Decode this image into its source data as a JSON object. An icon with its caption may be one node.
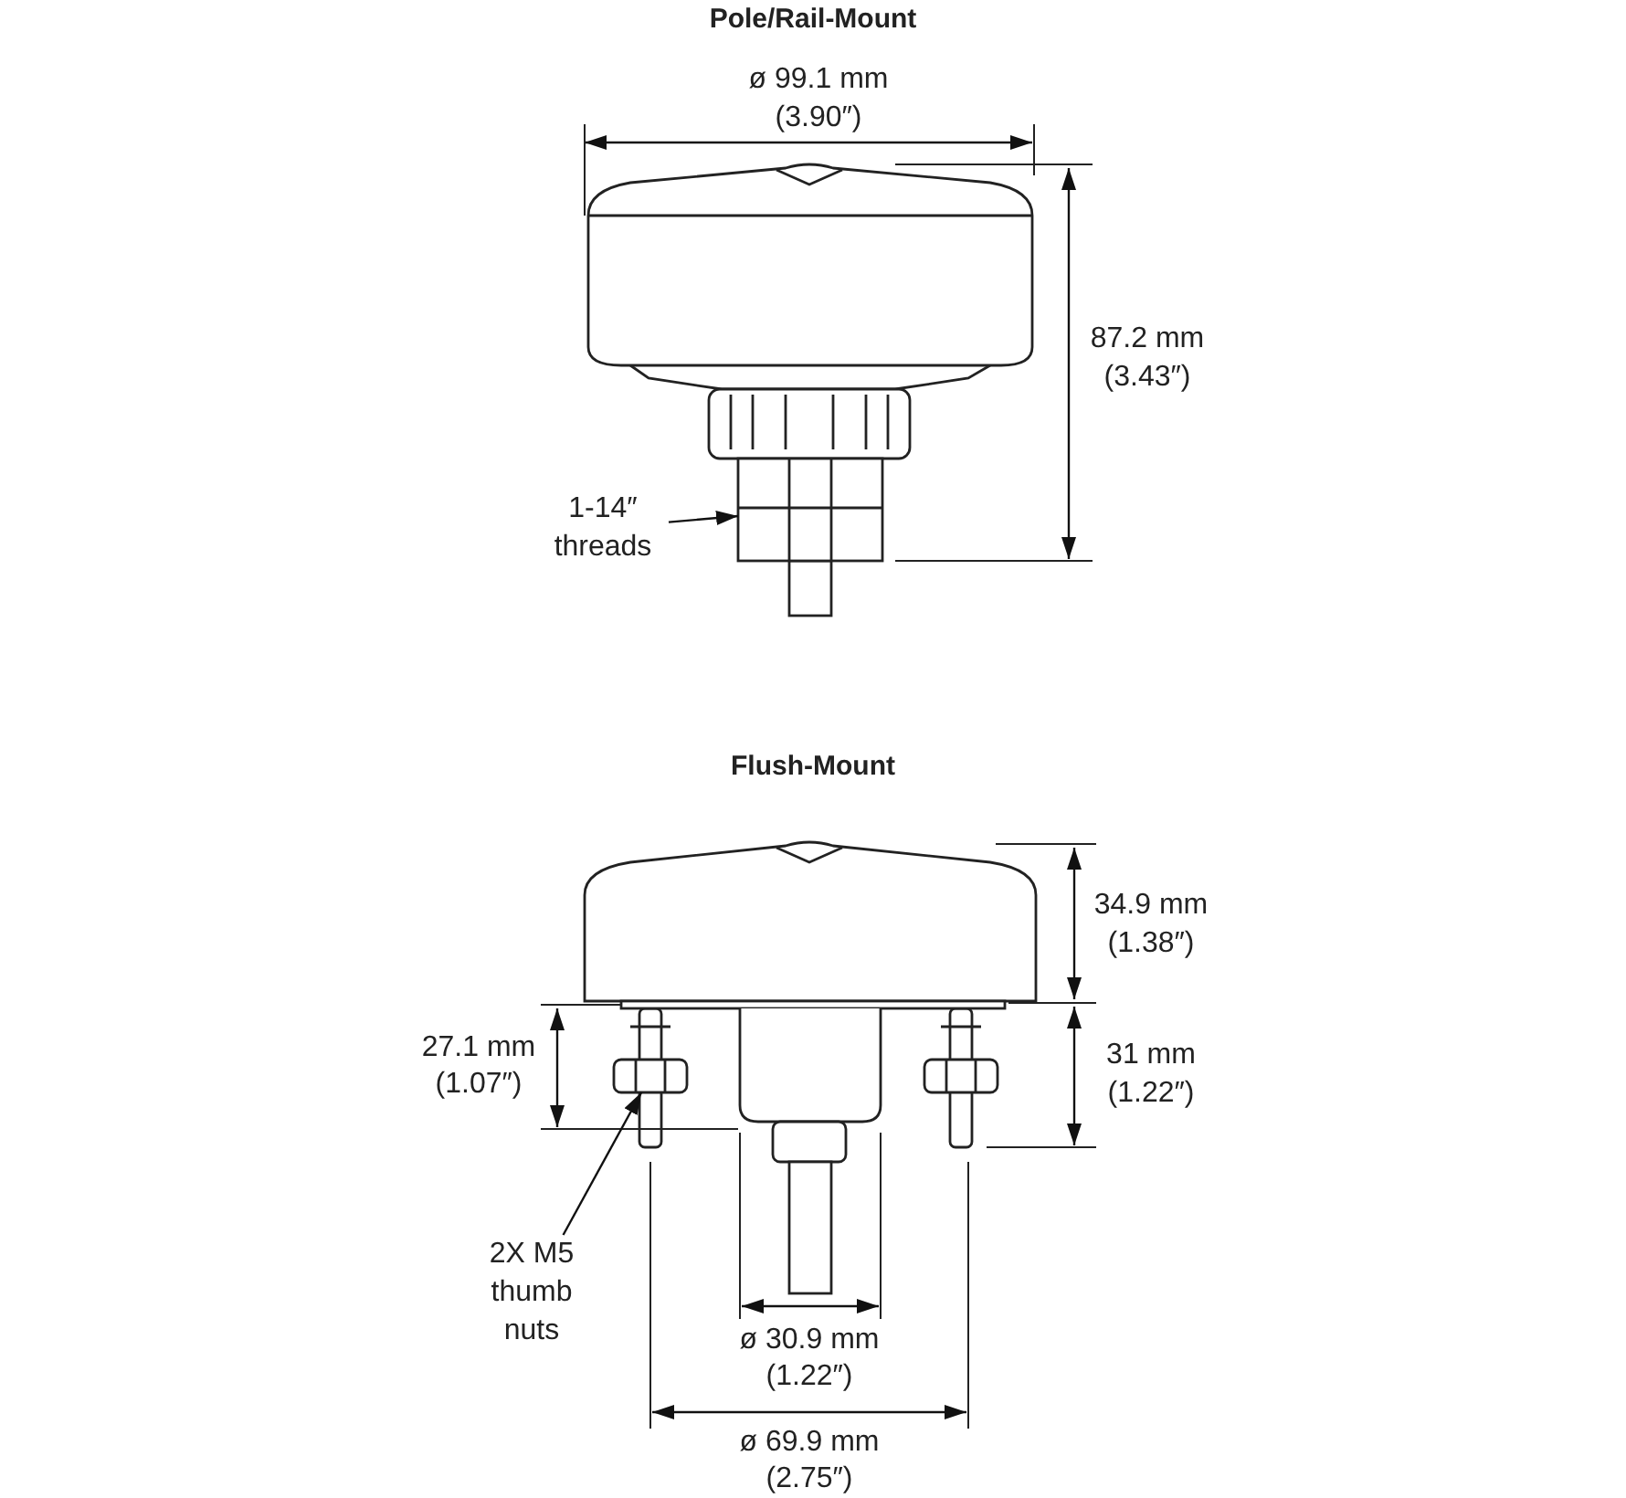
{
  "diagram": {
    "nodes": [
      {
        "text": [
          "1-14″ threads"
        ]
      },
      {
        "text": [],
        "shape": "box"
      },
      {
        "text": [
          "2X M5 thumb nuts"
        ]
      },
      {
        "text": [],
        "shape": "box"
      }
    ],
    "edges": [
      {
        "from": 0,
        "to": 1,
        "arrow": "to"
      },
      {
        "from": 2,
        "to": 3,
        "arrow": "to"
      }
    ],
    "labels": [
      "Pole/Rail-Mount",
      "ø 99.1 mm",
      "(3.90″)",
      "87.2 mm",
      "(3.43″)",
      "Flush-Mount",
      "34.9 mm",
      "(1.38″)",
      "27.1 mm",
      "(1.07″)",
      "31 mm",
      "(1.22″)",
      "ø 30.9 mm",
      "(1.22″)",
      "ø 69.9 mm",
      "(2.75″)"
    ]
  }
}
